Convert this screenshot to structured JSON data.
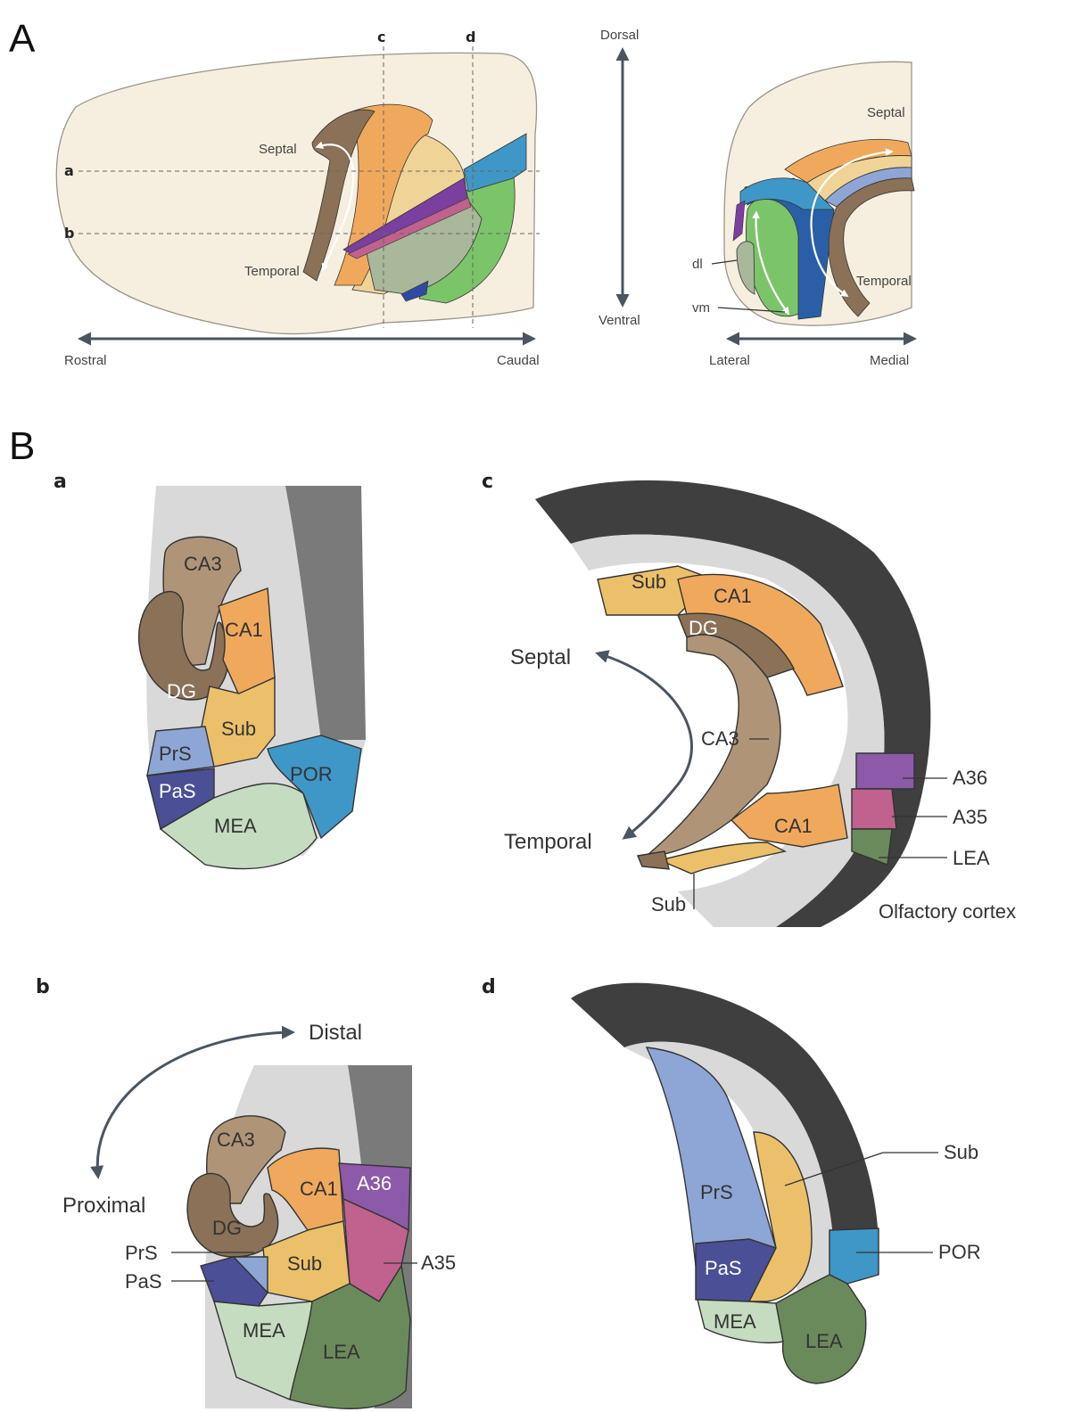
{
  "panels": {
    "A": "A",
    "B": "B",
    "a": "a",
    "b": "b",
    "c": "c",
    "d": "d"
  },
  "panel_A": {
    "section_labels": {
      "c": "c",
      "d": "d",
      "a": "a",
      "b": "b"
    },
    "lateral_view": {
      "septal": "Septal",
      "temporal": "Temporal",
      "rostral": "Rostral",
      "caudal": "Caudal"
    },
    "axis": {
      "dorsal": "Dorsal",
      "ventral": "Ventral"
    },
    "coronal_view": {
      "septal": "Septal",
      "temporal": "Temporal",
      "dl": "dl",
      "vm": "vm",
      "lateral": "Lateral",
      "medial": "Medial"
    }
  },
  "panel_Ba": {
    "regions": {
      "ca3": "CA3",
      "ca1": "CA1",
      "dg": "DG",
      "sub": "Sub",
      "prs": "PrS",
      "pas": "PaS",
      "mea": "MEA",
      "por": "POR"
    }
  },
  "panel_Bb": {
    "distal": "Distal",
    "proximal": "Proximal",
    "regions": {
      "ca3": "CA3",
      "ca1": "CA1",
      "dg": "DG",
      "sub": "Sub",
      "a36": "A36",
      "a35": "A35",
      "prs": "PrS",
      "pas": "PaS",
      "mea": "MEA",
      "lea": "LEA"
    }
  },
  "panel_Bc": {
    "septal": "Septal",
    "temporal": "Temporal",
    "regions": {
      "sub_top": "Sub",
      "ca1_top": "CA1",
      "dg": "DG",
      "ca3": "CA3",
      "ca1_bottom": "CA1",
      "sub_bottom": "Sub",
      "a36": "A36",
      "a35": "A35",
      "lea": "LEA",
      "olfactory": "Olfactory cortex"
    }
  },
  "panel_Bd": {
    "regions": {
      "prs": "PrS",
      "pas": "PaS",
      "sub": "Sub",
      "por": "POR",
      "mea": "MEA",
      "lea": "LEA"
    }
  },
  "colors": {
    "brain_fill": "#f6efdf",
    "dg": "#8a7157",
    "ca3": "#b09478",
    "ca1": "#f0a95c",
    "sub": "#ecc06a",
    "prs": "#8ea6d6",
    "pas": "#4a4f96",
    "mea": "#c5dcc0",
    "lea": "#6b8a5c",
    "por": "#3f97c8",
    "a36": "#8c5aa8",
    "a35": "#c0618e",
    "green": "#7cc46a",
    "axis": "#4a5560"
  }
}
